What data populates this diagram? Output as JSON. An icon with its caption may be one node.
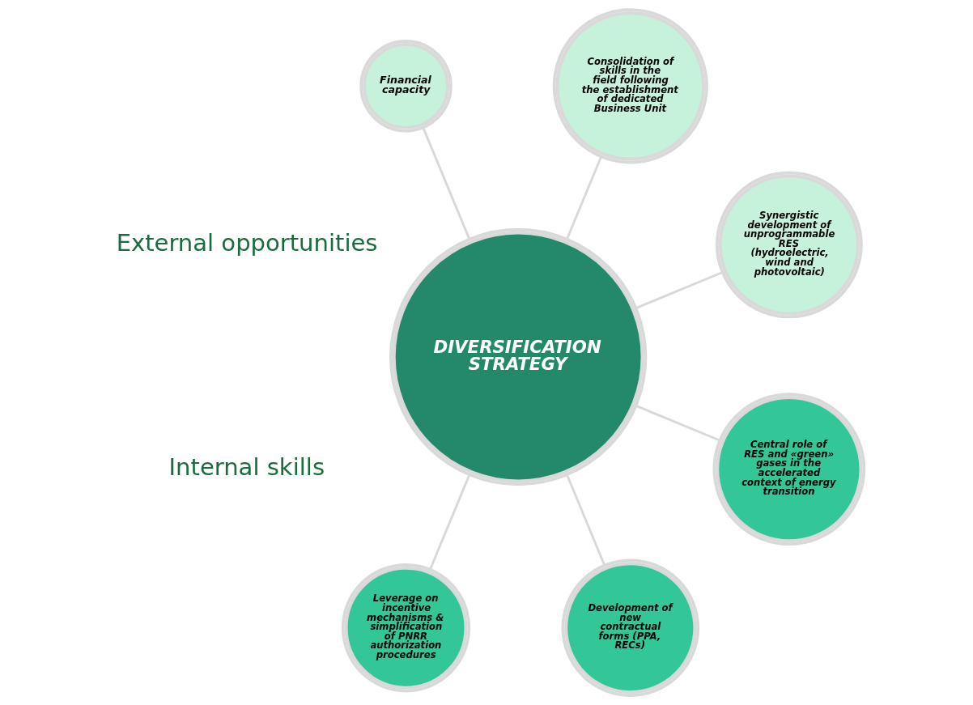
{
  "diagram": {
    "nodes": [
      {
        "text": [
          "DIVERSIFICATION STRATEGY"
        ]
      },
      {
        "text": [
          "Leverage on incentive mechanisms & simplification of PNRR authorization procedures"
        ]
      },
      {
        "text": [
          "Development of new contractual forms (PPA, RECs)"
        ]
      },
      {
        "text": [
          "Central role of RES and «green» gases in the accelerated context of energy transition"
        ]
      },
      {
        "text": [
          "Synergistic development of unprogrammable RES (hydroelectric, wind and photovoltaic)"
        ]
      },
      {
        "text": [
          "Consolidation of skills in the field following the establishment of dedicated Business Unit"
        ]
      },
      {
        "text": [
          "Financial capacity"
        ]
      }
    ],
    "edges": [
      {
        "from": 1,
        "to": 0,
        "arrow": "none"
      },
      {
        "from": 2,
        "to": 0,
        "arrow": "none"
      },
      {
        "from": 3,
        "to": 0,
        "arrow": "none"
      },
      {
        "from": 0,
        "to": 4,
        "arrow": "none"
      },
      {
        "from": 0,
        "to": 5,
        "arrow": "none"
      },
      {
        "from": 0,
        "to": 6,
        "arrow": "none"
      }
    ],
    "labels": [
      "External opportunities",
      "Internal skills"
    ]
  }
}
